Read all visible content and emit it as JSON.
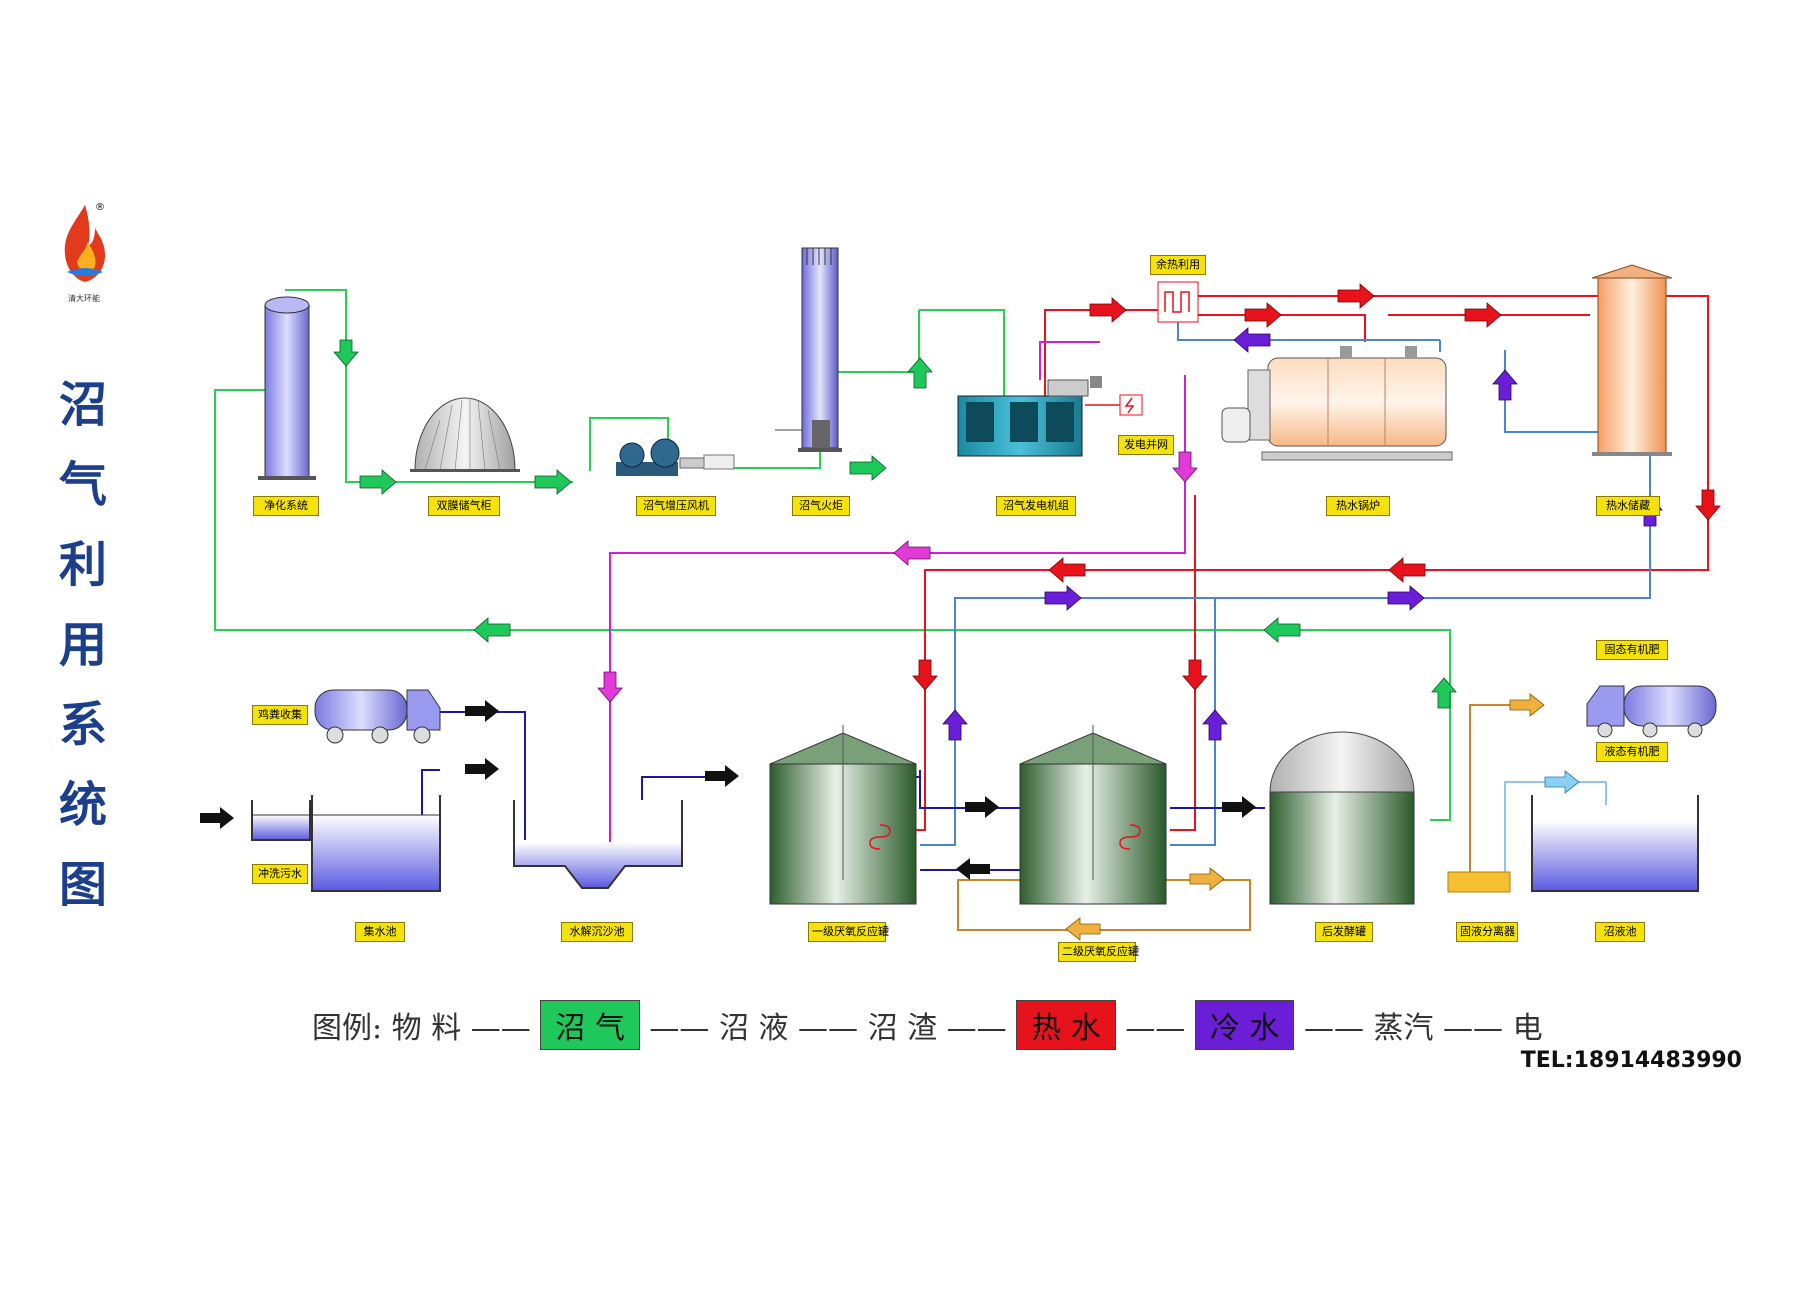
{
  "title_chars": [
    "沼",
    "气",
    "利",
    "用",
    "系",
    "统",
    "图"
  ],
  "logo": {
    "brand_text": "清大环能",
    "registered": "®"
  },
  "labels": {
    "purify": "净化系统",
    "double_membrane": "双膜储气柜",
    "booster": "沼气增压风机",
    "flare": "沼气火炬",
    "generator": "沼气发电机组",
    "waste_heat": "余热利用",
    "grid": "发电并网",
    "boiler": "热水锅炉",
    "hot_tank": "热水储藏",
    "manure": "鸡粪收集",
    "flush": "冲洗污水",
    "collect_pool": "集水池",
    "hydrolysis": "水解沉沙池",
    "reactor1": "一级厌氧反应罐",
    "reactor2": "二级厌氧反应罐",
    "post_ferment": "后发酵罐",
    "separator": "固液分离器",
    "biogas_slurry": "沼液池",
    "solid_fert": "固态有机肥",
    "liquid_fert": "液态有机肥"
  },
  "legend": {
    "prefix": "图例: ",
    "material": "物 料",
    "biogas": "沼 气",
    "slurry": "沼 液",
    "residue": "沼 渣",
    "hot_water": "热 水",
    "cold_water": "冷 水",
    "steam": "蒸汽",
    "electric": "电",
    "dash": "——"
  },
  "tel": "TEL:18914483990",
  "colors": {
    "biogas": "#1ec85a",
    "hot_water": "#e8121c",
    "cold_water": "#6a1fd6",
    "material": "#111111",
    "slurry": "#e8a63a",
    "steam_line": "#d21fd0",
    "title": "#1b3f8a",
    "label_bg": "#f4e20a"
  }
}
